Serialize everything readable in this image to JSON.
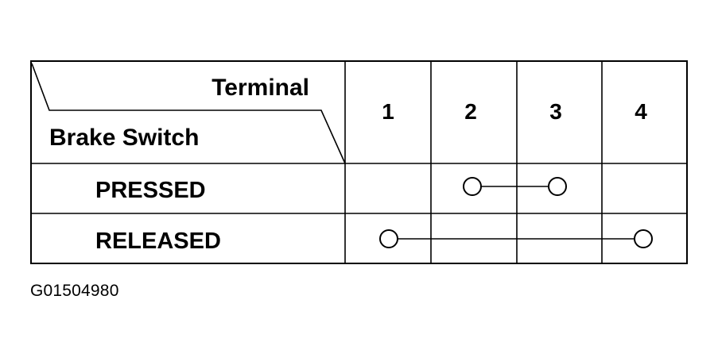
{
  "table": {
    "header_terminal_label": "Terminal",
    "header_switch_label": "Brake Switch",
    "terminals": [
      "1",
      "2",
      "3",
      "4"
    ],
    "rows": [
      {
        "label": "PRESSED",
        "connected_terminals": [
          "2",
          "3"
        ]
      },
      {
        "label": "RELEASED",
        "connected_terminals": [
          "1",
          "4"
        ]
      }
    ]
  },
  "figure_id": "G01504980",
  "colors": {
    "ink": "#000000",
    "background": "#ffffff"
  }
}
